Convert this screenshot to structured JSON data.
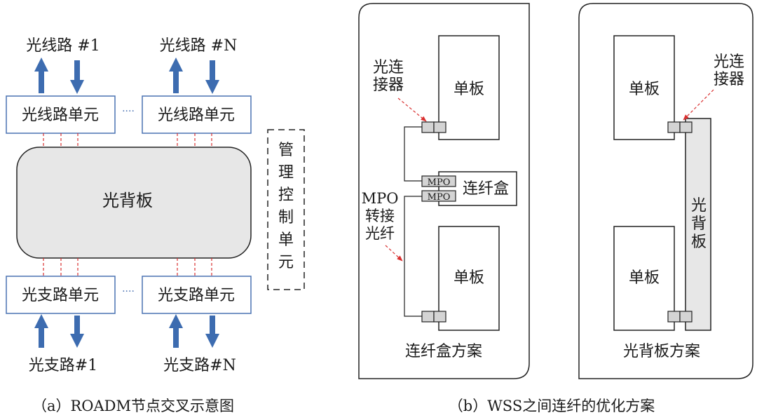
{
  "panel_a": {
    "line_top_1": "光线路  #1",
    "line_top_n": "光线路  #N",
    "line_unit_1": "光线路单元",
    "line_unit_2": "光线路单元",
    "backplane": "光背板",
    "mgmt_unit": [
      "管",
      "理",
      "控",
      "制",
      "单",
      "元"
    ],
    "branch_unit_1": "光支路单元",
    "branch_unit_2": "光支路单元",
    "branch_bottom_1": "光支路#1",
    "branch_bottom_n": "光支路#N",
    "ellipsis": "····",
    "caption": "（a）ROADM节点交叉示意图"
  },
  "panel_b": {
    "left": {
      "connector_label": [
        "光连",
        "接器"
      ],
      "board_top": "单板",
      "board_bottom": "单板",
      "mpo_1": "MPO",
      "mpo_2": "MPO",
      "fiber_box": "连纤盒",
      "mpo_label": [
        "MPO",
        "转接",
        "光纤"
      ],
      "scheme": "连纤盒方案"
    },
    "right": {
      "connector_label": [
        "光连",
        "接器"
      ],
      "board_top": "单板",
      "board_bottom": "单板",
      "backplane": [
        "光",
        "背",
        "板"
      ],
      "scheme": "光背板方案"
    },
    "caption": "（b）WSS之间连纤的优化方案"
  },
  "colors": {
    "arrow": "#3d6cb0",
    "unit_border": "#4a72b2",
    "dash_red": "#d93030",
    "backplane_fill": "#e7e7e7",
    "small_box_fill": "#d4d4d4"
  }
}
